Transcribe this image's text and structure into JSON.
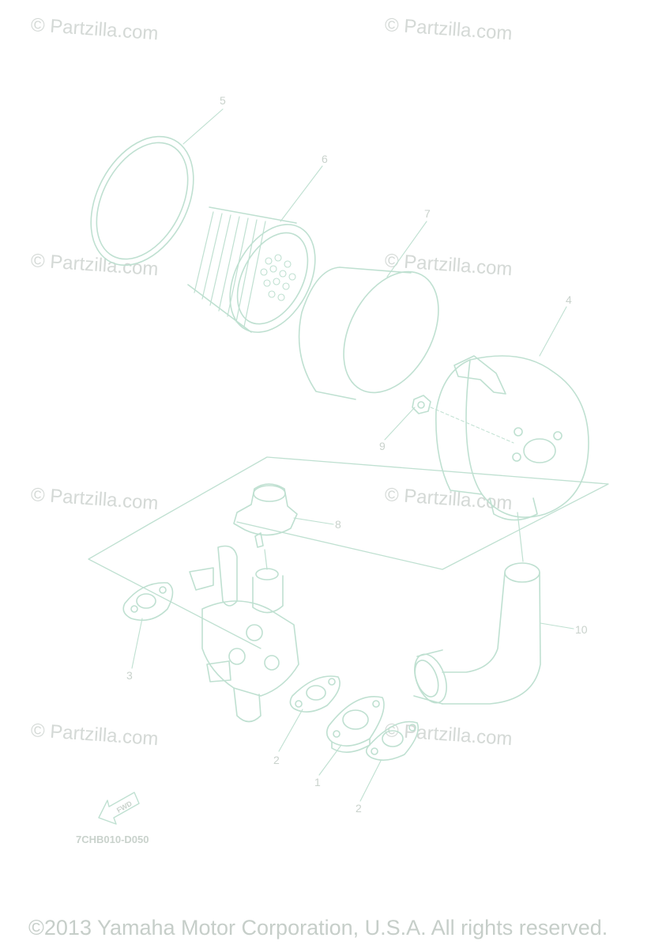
{
  "watermark": "© Partzilla.com",
  "callouts": {
    "c1": "1",
    "c2a": "2",
    "c2b": "2",
    "c3": "3",
    "c4": "4",
    "c5": "5",
    "c6": "6",
    "c7": "7",
    "c8": "8",
    "c9": "9",
    "c10": "10"
  },
  "fwd_label": "FWD",
  "diagram_code": "7CHB010-D050",
  "copyright": "©2013 Yamaha Motor Corporation, U.S.A. All rights reserved.",
  "colors": {
    "line": "#bfe0d1",
    "text": "#c9d2cc",
    "watermark": "#d4d9d6"
  }
}
